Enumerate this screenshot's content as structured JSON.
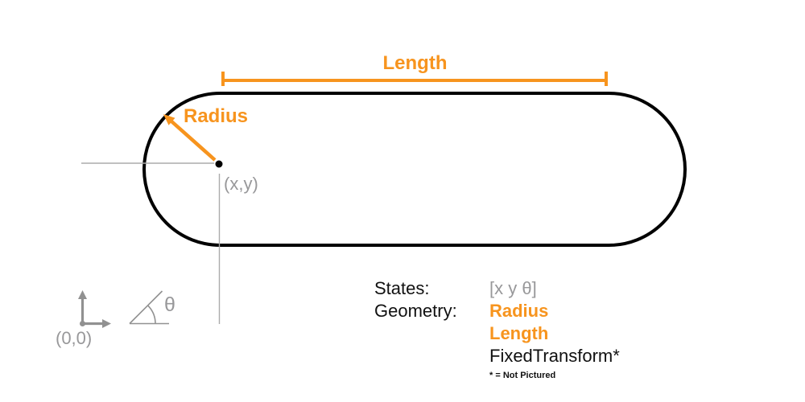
{
  "colors": {
    "accent_orange": "#F7941E",
    "gray_text": "#98989A",
    "gray_line": "#919191",
    "gray_thin": "#ABABAB",
    "black": "#000000",
    "black_text": "#111111"
  },
  "diagram": {
    "length_label": "Length",
    "radius_label": "Radius",
    "center_point_label": "(x,y)",
    "origin_label": "(0,0)",
    "theta_label": "θ"
  },
  "legend": {
    "states_label": "States:",
    "states_value": "[x y θ]",
    "geometry_label": "Geometry:",
    "geometry_values": {
      "radius": "Radius",
      "length": "Length",
      "fixed_transform": "FixedTransform*"
    },
    "footnote": "* = Not Pictured"
  }
}
